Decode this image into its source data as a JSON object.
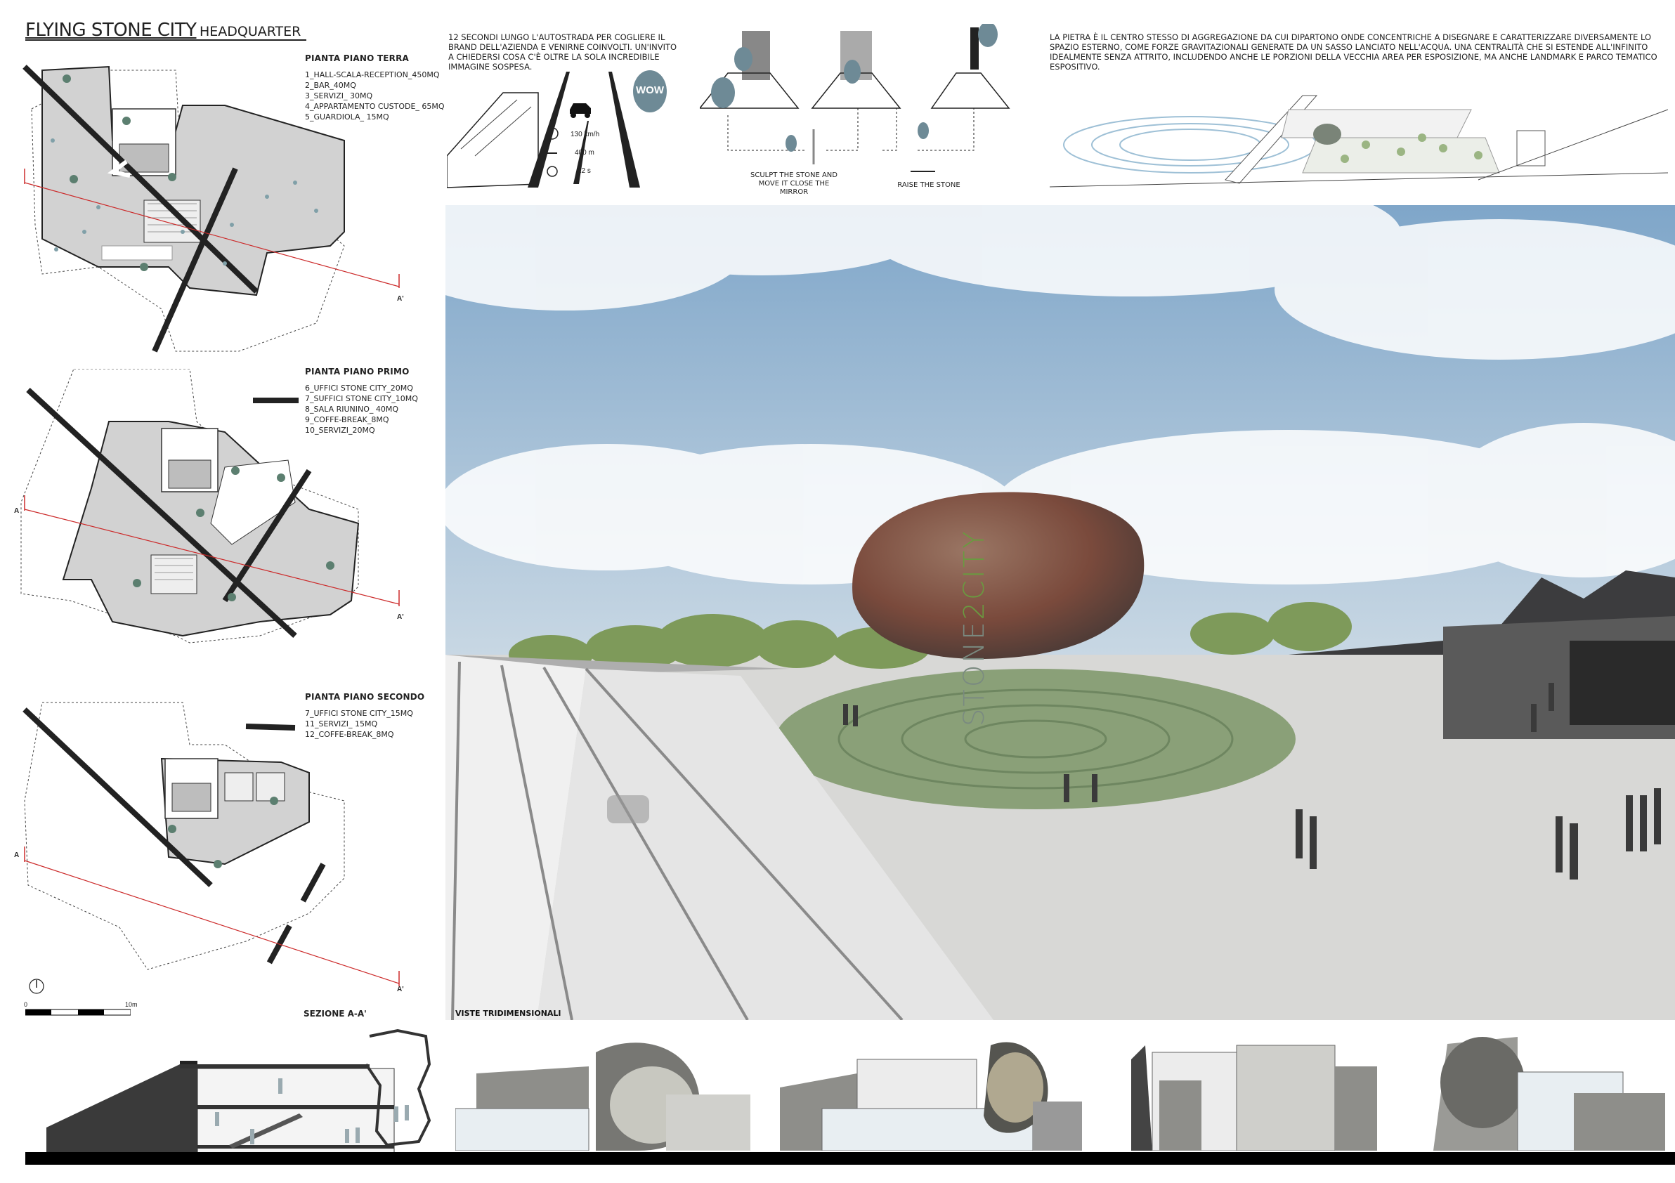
{
  "title": {
    "main": "FLYING STONE CITY",
    "sub": "HEADQUARTER"
  },
  "plans": [
    {
      "heading": "PIANTA PIANO TERRA",
      "items": [
        "1_HALL-SCALA-RECEPTION_450MQ",
        "2_BAR_40MQ",
        "3_SERVIZI_ 30MQ",
        "4_APPARTAMENTO CUSTODE_ 65MQ",
        "5_GUARDIOLA_ 15MQ"
      ]
    },
    {
      "heading": "PIANTA PIANO PRIMO",
      "items": [
        "6_UFFICI STONE CITY_20MQ",
        "7_SUFFICI STONE CITY_10MQ",
        "8_SALA RIUNINO_ 40MQ",
        "9_COFFE-BREAK_8MQ",
        "10_SERVIZI_20MQ"
      ]
    },
    {
      "heading": "PIANTA PIANO SECONDO",
      "items": [
        "7_UFFICI STONE CITY_15MQ",
        "11_SERVIZI_ 15MQ",
        "12_COFFE-BREAK_8MQ"
      ]
    }
  ],
  "section_marker": "A'",
  "section_marker_left": "A",
  "scale": {
    "zero": "0",
    "end": "10m"
  },
  "highway_text": "12 SECONDI LUNGO L'AUTOSTRADA PER COGLIERE IL BRAND DELL'AZIENDA E VENIRNE COINVOLTI. UN'INVITO A CHIEDERSI COSA C'È OLTRE LA SOLA INCREDIBILE IMMAGINE SOSPESA.",
  "highway_stats": [
    "130 km/h",
    "400 m",
    "12 s"
  ],
  "wow_label": "WOW",
  "diagram_captions": [
    "SCULPT THE STONE AND MOVE IT CLOSE THE MIRROR",
    "RAISE THE STONE"
  ],
  "concept_text": "LA PIETRA È IL CENTRO STESSO DI AGGREGAZIONE DA CUI DIPARTONO ONDE CONCENTRICHE A DISEGNARE E CARATTERIZZARE DIVERSAMENTE LO SPAZIO ESTERNO, COME FORZE GRAVITAZIONALI GENERATE DA UN SASSO LANCIATO NELL'ACQUA. UNA CENTRALITÀ CHE SI ESTENDE ALL'INFINITO IDEALMENTE SENZA ATTRITO, INCLUDENDO ANCHE LE PORZIONI DELLA VECCHIA AREA PER ESPOSIZIONE, MA ANCHE LANDMARK E PARCO TEMATICO ESPOSITIVO.",
  "render_label": "VISTE TRIDIMENSIONALI",
  "section_label": "SEZIONE A-A'",
  "logo": {
    "stone": "STONE",
    "mark": "2",
    "city": "CITY"
  },
  "colors": {
    "section_line": "#cc2a2a",
    "plan_fill": "#cfcfcf",
    "sky": "#7fa6c9",
    "ground": "#d8d8d6",
    "lawn": "#8aa078",
    "stone": "#8a5a4a"
  }
}
